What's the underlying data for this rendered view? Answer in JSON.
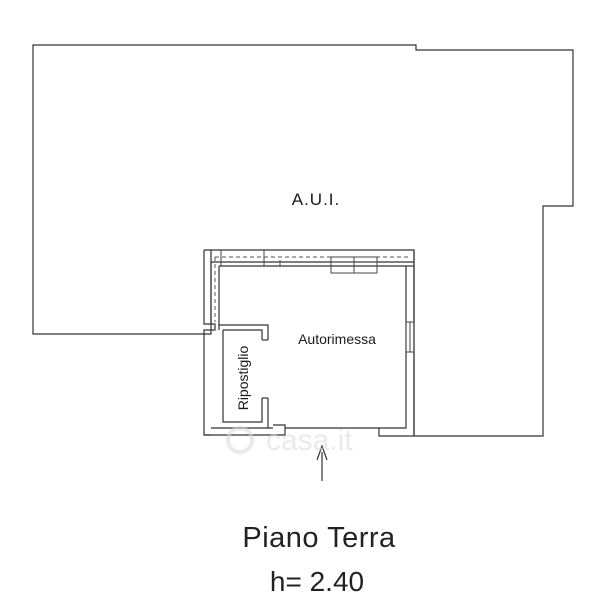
{
  "rooms": {
    "aui": "A.U.I.",
    "garage": "Autorimessa",
    "storage": "Ripostiglio"
  },
  "floor": {
    "title": "Piano Terra",
    "height": "h= 2.40"
  },
  "watermark": "casa.it",
  "colors": {
    "walls": "#333333",
    "text": "#222222",
    "watermark": "#d9d9d9"
  },
  "icons": {
    "entrance": "arrow-up-icon",
    "watermark_logo": "casa-logo-icon"
  }
}
